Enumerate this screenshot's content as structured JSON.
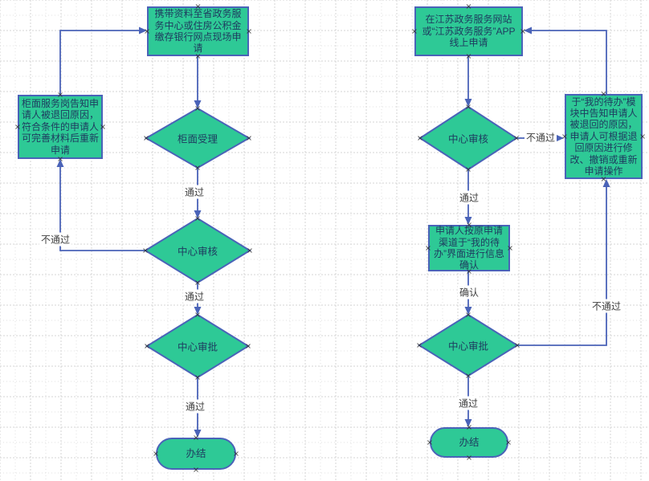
{
  "colors": {
    "shape_fill": "#2ec996",
    "shape_border": "#4a63b8",
    "connector": "#4a63b8",
    "node_text": "#1e3a5f",
    "edge_label_text": "#3f3f3f",
    "grid_line": "#d4d4d4"
  },
  "flow_left": {
    "start": "携带资料至省政务服务中心或住房公积金缴存银行网点现场申请",
    "counter_accept": "柜面受理",
    "center_review": "中心审核",
    "center_approve": "中心审批",
    "end": "办结",
    "reject_notice": "柜面服务岗告知申请人被退回原因，符合条件的申请人可完善材料后重新申请",
    "labels": {
      "pass1": "通过",
      "pass2": "通过",
      "pass3": "通过",
      "fail": "不通过"
    }
  },
  "flow_right": {
    "start": "在江苏政务服务网站或“江苏政务服务”APP线上申请",
    "center_review": "中心审核",
    "confirm_step": "申请人按原申请渠道于“我的待办”界面进行信息确认",
    "center_approve": "中心审批",
    "end": "办结",
    "reject_notice": "于“我的待办”模块中告知申请人被退回的原因，申请人可根据退回原因进行修改、撤销或重新申请操作",
    "labels": {
      "pass1": "通过",
      "confirm": "确认",
      "pass2": "通过",
      "fail1": "不通过",
      "fail2": "不通过"
    }
  }
}
